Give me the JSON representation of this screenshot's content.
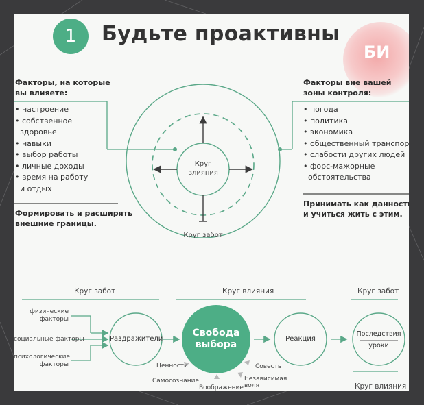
{
  "title": {
    "number": "1",
    "text": "Будьте проактивны"
  },
  "logo": {
    "text": "БИ"
  },
  "left_panel": {
    "heading": [
      "Факторы, на которые",
      "вы влияете:"
    ],
    "items": [
      "• настроение",
      "• собственное",
      "  здоровье",
      "• навыки",
      "• выбор работы",
      "• личные доходы",
      "• время на работу",
      "  и отдых"
    ],
    "footer": [
      "Формировать и расширять",
      "внешние границы."
    ]
  },
  "right_panel": {
    "heading": [
      "Факторы вне вашей",
      "зоны контроля:"
    ],
    "items": [
      "• погода",
      "• политика",
      "• экономика",
      "• общественный транспорт",
      "• слабости других людей",
      "• форс-мажорные",
      "  обстоятельства"
    ],
    "footer": [
      "Принимать как данность",
      "и учиться жить с этим."
    ]
  },
  "circles": {
    "inner": [
      "Круг",
      "влияния"
    ],
    "outer": "Круг забот"
  },
  "bottom": {
    "section_labels": [
      "Круг забот",
      "Круг влияния",
      "Круг забот"
    ],
    "factors": [
      [
        "физические",
        "факторы"
      ],
      [
        "социальные факторы"
      ],
      [
        "психологические",
        "факторы"
      ]
    ],
    "stimuli": "Раздражители",
    "freedom": [
      "Свобода",
      "выбора"
    ],
    "reaction": "Реакция",
    "consequences": [
      "Последствия",
      "уроки"
    ],
    "values": "Ценности",
    "self_awareness": "Самосознание",
    "imagination": "Воображение",
    "conscience": "Совесть",
    "independent_will": [
      "Независимая",
      "воля"
    ],
    "cut_label": "Круг влияния"
  },
  "colors": {
    "accent": "#4dae86",
    "line": "#5aa888",
    "text": "#2b2b2b"
  }
}
